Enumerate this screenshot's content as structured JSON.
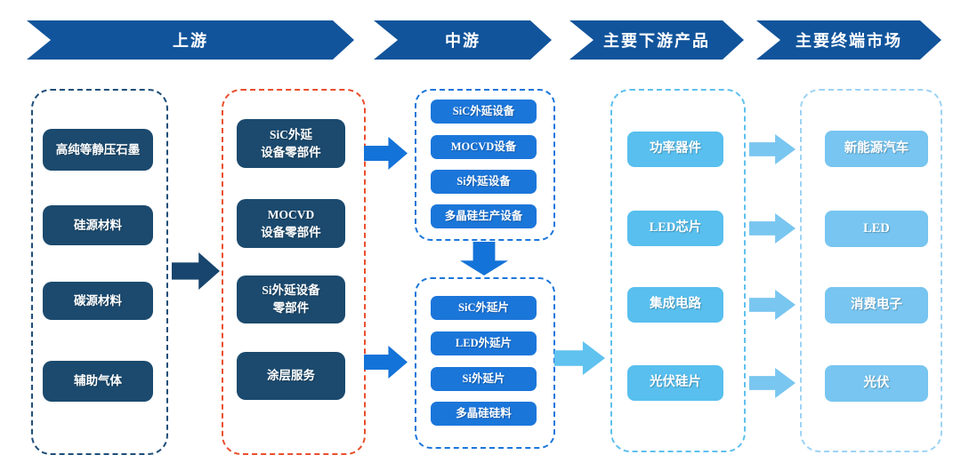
{
  "headers": {
    "upstream": "上游",
    "midstream": "中游",
    "downstream": "主要下游产品",
    "end_market": "主要终端市场"
  },
  "upstream": {
    "materials": [
      "高纯等静压石墨",
      "硅源材料",
      "碳源材料",
      "辅助气体"
    ],
    "components": [
      "SiC外延\n设备零部件",
      "MOCVD\n设备零部件",
      "Si外延设备\n零部件",
      "涂层服务"
    ]
  },
  "midstream": {
    "equipment": [
      "SiC外延设备",
      "MOCVD设备",
      "Si外延设备",
      "多晶硅生产设备"
    ],
    "wafers": [
      "SiC外延片",
      "LED外延片",
      "Si外延片",
      "多晶硅硅料"
    ]
  },
  "downstream": {
    "products": [
      "功率器件",
      "LED芯片",
      "集成电路",
      "光伏硅片"
    ]
  },
  "end_markets": {
    "markets": [
      "新能源汽车",
      "LED",
      "消费电子",
      "光伏"
    ]
  },
  "colors": {
    "header_banner": "#11549b",
    "navy_pill": "#1b4a6e",
    "bright_blue_pill": "#1b76da",
    "sky_blue_pill": "#58bfee",
    "light_sky_pill": "#77c5f0",
    "navy_dash_border": "#1f4e79",
    "red_dash_border": "#e94f2d",
    "blue_dash_border": "#1b76da",
    "sky_dash_border": "#5fc0ee",
    "light_sky_dash_border": "#9ed3f4",
    "navy_arrow": "#17456e",
    "blue_arrow": "#1473d8",
    "sky_arrow": "#5fc2ef"
  }
}
